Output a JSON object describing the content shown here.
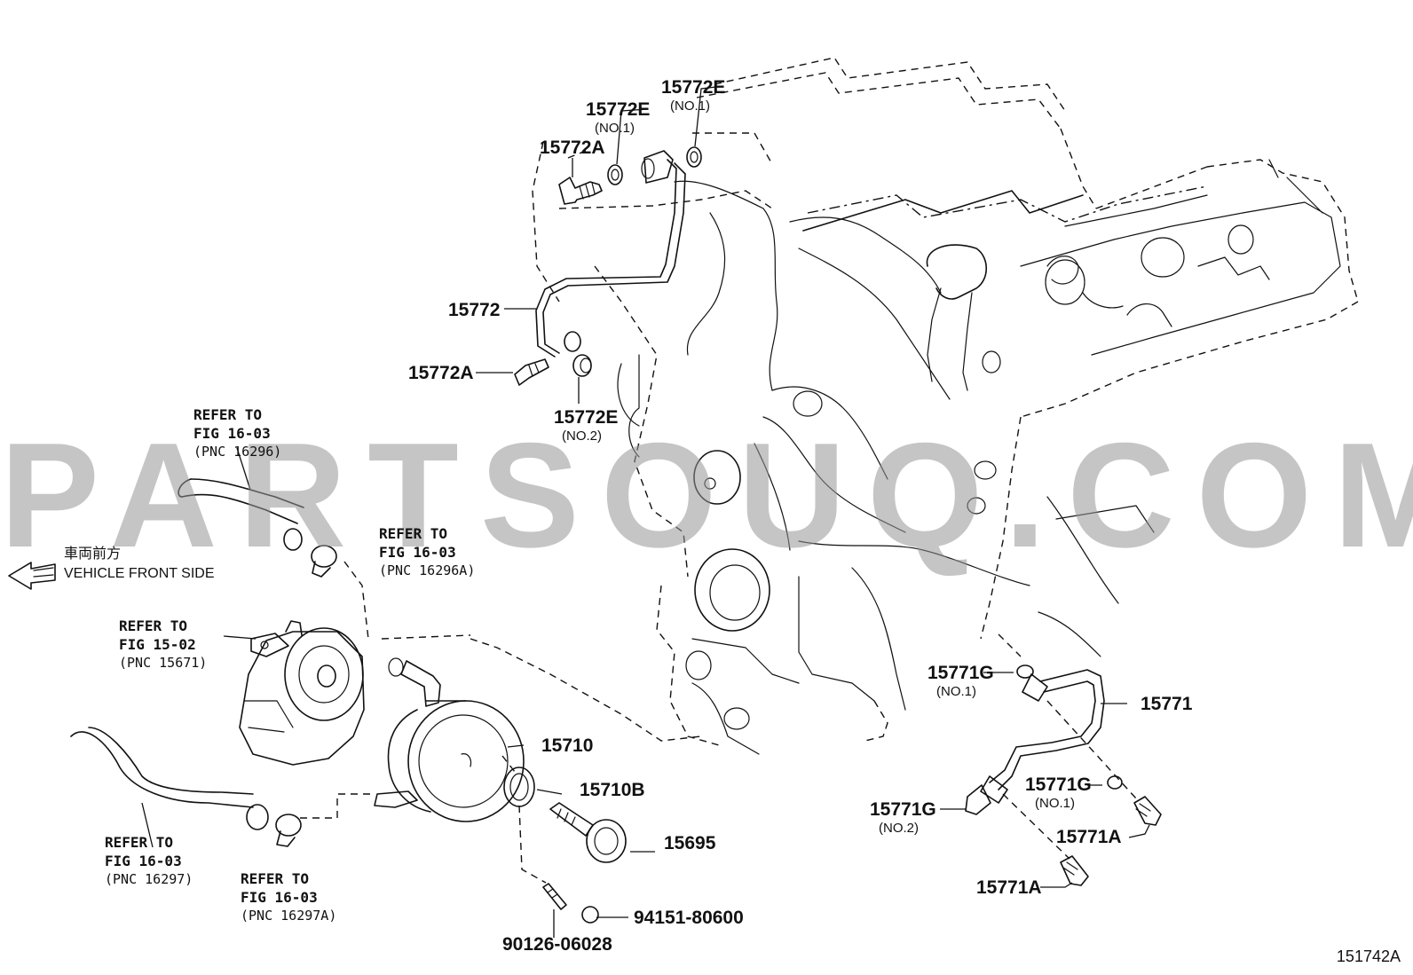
{
  "watermark": "PARTSOUQ.COM",
  "diagram_code": "151742A",
  "front_direction": {
    "japanese": "車両前方",
    "english": "VEHICLE FRONT SIDE"
  },
  "parts": [
    {
      "id": "p-15772E-top",
      "number": "15772E",
      "sub": "(NO.1)"
    },
    {
      "id": "p-15772E-mid",
      "number": "15772E",
      "sub": "(NO.1)"
    },
    {
      "id": "p-15772A-top",
      "number": "15772A",
      "sub": ""
    },
    {
      "id": "p-15772",
      "number": "15772",
      "sub": ""
    },
    {
      "id": "p-15772A-low",
      "number": "15772A",
      "sub": ""
    },
    {
      "id": "p-15772E-low",
      "number": "15772E",
      "sub": "(NO.2)"
    },
    {
      "id": "p-15710",
      "number": "15710",
      "sub": ""
    },
    {
      "id": "p-15710B",
      "number": "15710B",
      "sub": ""
    },
    {
      "id": "p-15695",
      "number": "15695",
      "sub": ""
    },
    {
      "id": "p-94151",
      "number": "94151-80600",
      "sub": ""
    },
    {
      "id": "p-90126",
      "number": "90126-06028",
      "sub": ""
    },
    {
      "id": "p-15771",
      "number": "15771",
      "sub": ""
    },
    {
      "id": "p-15771G-a",
      "number": "15771G",
      "sub": "(NO.1)"
    },
    {
      "id": "p-15771G-b",
      "number": "15771G",
      "sub": "(NO.1)"
    },
    {
      "id": "p-15771G-c",
      "number": "15771G",
      "sub": "(NO.2)"
    },
    {
      "id": "p-15771A-a",
      "number": "15771A",
      "sub": ""
    },
    {
      "id": "p-15771A-b",
      "number": "15771A",
      "sub": ""
    }
  ],
  "references": [
    {
      "line1": "REFER TO",
      "line2": "FIG 16-03",
      "line3": "(PNC 16296)"
    },
    {
      "line1": "REFER TO",
      "line2": "FIG 16-03",
      "line3": "(PNC 16296A)"
    },
    {
      "line1": "REFER TO",
      "line2": "FIG 15-02",
      "line3": "(PNC 15671)"
    },
    {
      "line1": "REFER TO",
      "line2": "FIG 16-03",
      "line3": "(PNC 16297)"
    },
    {
      "line1": "REFER TO",
      "line2": "FIG 16-03",
      "line3": "(PNC 16297A)"
    }
  ]
}
